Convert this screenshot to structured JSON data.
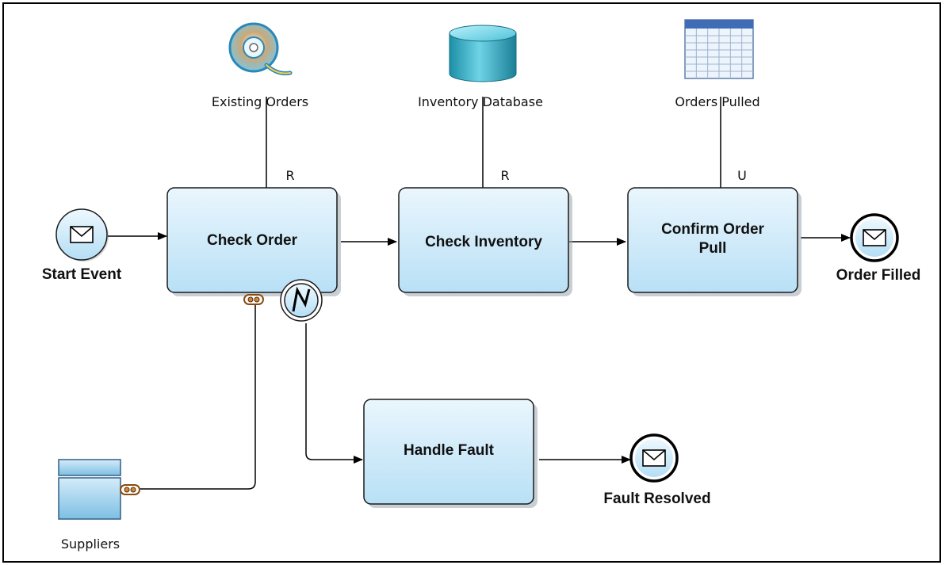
{
  "diagram": {
    "tasks": {
      "check_order": {
        "lines": [
          "Check Order"
        ]
      },
      "check_inventory": {
        "lines": [
          "Check Inventory"
        ]
      },
      "confirm_order_pull": {
        "lines": [
          "Confirm Order",
          "Pull"
        ]
      },
      "handle_fault": {
        "lines": [
          "Handle Fault"
        ]
      }
    },
    "events": {
      "start": "Start Event",
      "order_filled": "Order Filled",
      "fault_resolved": "Fault Resolved"
    },
    "artifacts": {
      "existing_orders": "Existing Orders",
      "inventory_database": "Inventory Database",
      "orders_pulled": "Orders Pulled",
      "suppliers": "Suppliers"
    },
    "access_modes": {
      "existing_orders": "R",
      "inventory_database": "R",
      "orders_pulled": "U"
    }
  },
  "colors": {
    "task_fill_top": "#eaf6fd",
    "task_fill_bottom": "#b8e0f6",
    "task_stroke": "#1a1a1a",
    "event_fill": "#cfe9f8",
    "line": "#000000"
  }
}
